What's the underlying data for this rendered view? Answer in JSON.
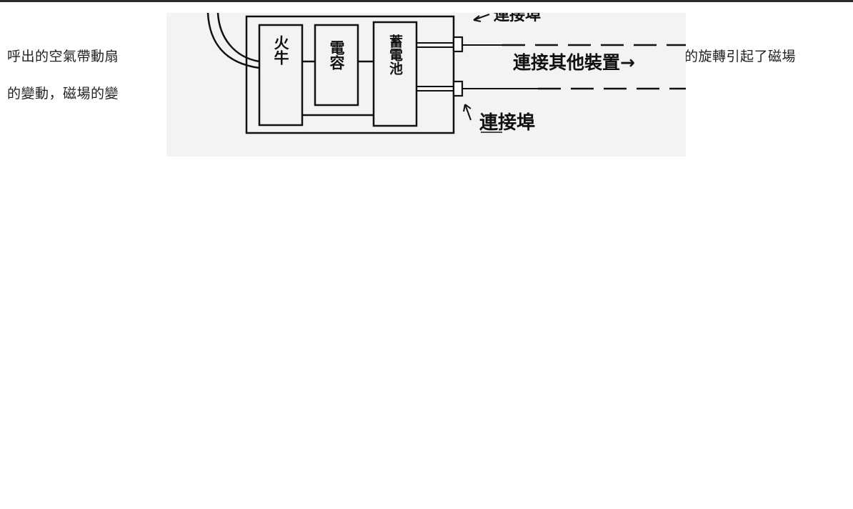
{
  "text": {
    "line1_left": "呼出的空氣帶動扇",
    "line1_right": "的旋轉引起了磁場",
    "line2": "的變動，磁場的變"
  },
  "diagram": {
    "label_left_box": "火牛",
    "label_middle_box": "電容",
    "label_right_box": "蓄電池",
    "label_connect_devices": "連接其他裝置→",
    "label_port_bottom": "連接埠",
    "label_top_right": "連接埠"
  }
}
